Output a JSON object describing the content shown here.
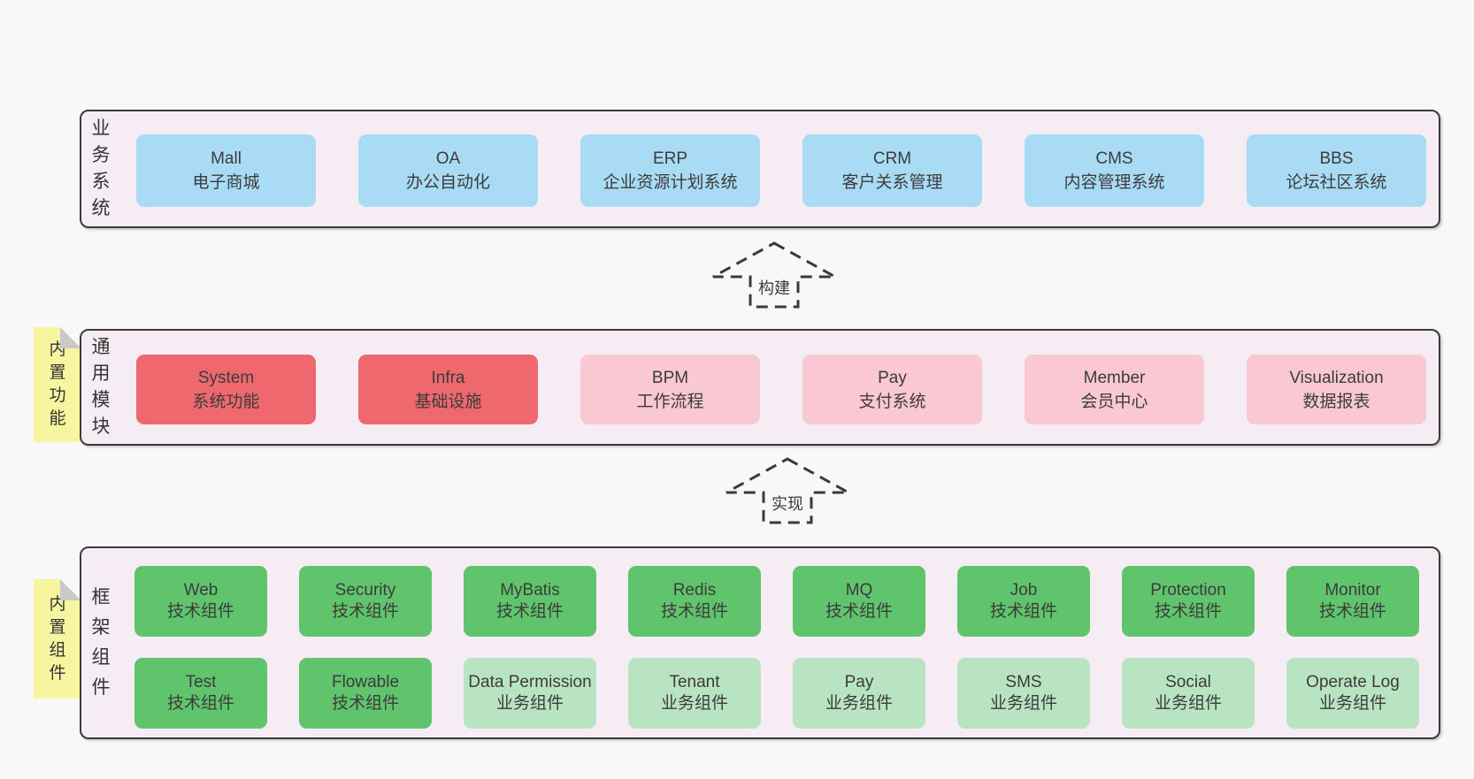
{
  "colors": {
    "page_background": "#f8f8f8",
    "band_background": "#f6ecf4",
    "border": "#3a3a3a",
    "blue_box": "#a9dbf5",
    "red_box": "#ee686d",
    "pink_box": "#f9c8d2",
    "green_box": "#5fc46c",
    "light_green_box": "#b9e4c1",
    "sticky_tag": "#f8f5a0",
    "fold": "#c9c9c9"
  },
  "business_band": {
    "label": "业务系统",
    "boxes": [
      {
        "en": "Mall",
        "zh": "电子商城"
      },
      {
        "en": "OA",
        "zh": "办公自动化"
      },
      {
        "en": "ERP",
        "zh": "企业资源计划系统"
      },
      {
        "en": "CRM",
        "zh": "客户关系管理"
      },
      {
        "en": "CMS",
        "zh": "内容管理系统"
      },
      {
        "en": "BBS",
        "zh": "论坛社区系统"
      }
    ]
  },
  "arrows": {
    "build": "构建",
    "implement": "实现"
  },
  "modules_band": {
    "label": "通用模块",
    "tag": "内置功能",
    "boxes": [
      {
        "en": "System",
        "zh": "系统功能"
      },
      {
        "en": "Infra",
        "zh": "基础设施"
      },
      {
        "en": "BPM",
        "zh": "工作流程"
      },
      {
        "en": "Pay",
        "zh": "支付系统"
      },
      {
        "en": "Member",
        "zh": "会员中心"
      },
      {
        "en": "Visualization",
        "zh": "数据报表"
      }
    ]
  },
  "components_band": {
    "label": "框架组件",
    "tag": "内置组件",
    "row1": [
      {
        "en": "Web",
        "zh": "技术组件"
      },
      {
        "en": "Security",
        "zh": "技术组件"
      },
      {
        "en": "MyBatis",
        "zh": "技术组件"
      },
      {
        "en": "Redis",
        "zh": "技术组件"
      },
      {
        "en": "MQ",
        "zh": "技术组件"
      },
      {
        "en": "Job",
        "zh": "技术组件"
      },
      {
        "en": "Protection",
        "zh": "技术组件"
      },
      {
        "en": "Monitor",
        "zh": "技术组件"
      }
    ],
    "row2": [
      {
        "en": "Test",
        "zh": "技术组件"
      },
      {
        "en": "Flowable",
        "zh": "技术组件"
      },
      {
        "en": "Data Permission",
        "zh": "业务组件"
      },
      {
        "en": "Tenant",
        "zh": "业务组件"
      },
      {
        "en": "Pay",
        "zh": "业务组件"
      },
      {
        "en": "SMS",
        "zh": "业务组件"
      },
      {
        "en": "Social",
        "zh": "业务组件"
      },
      {
        "en": "Operate Log",
        "zh": "业务组件"
      }
    ]
  }
}
